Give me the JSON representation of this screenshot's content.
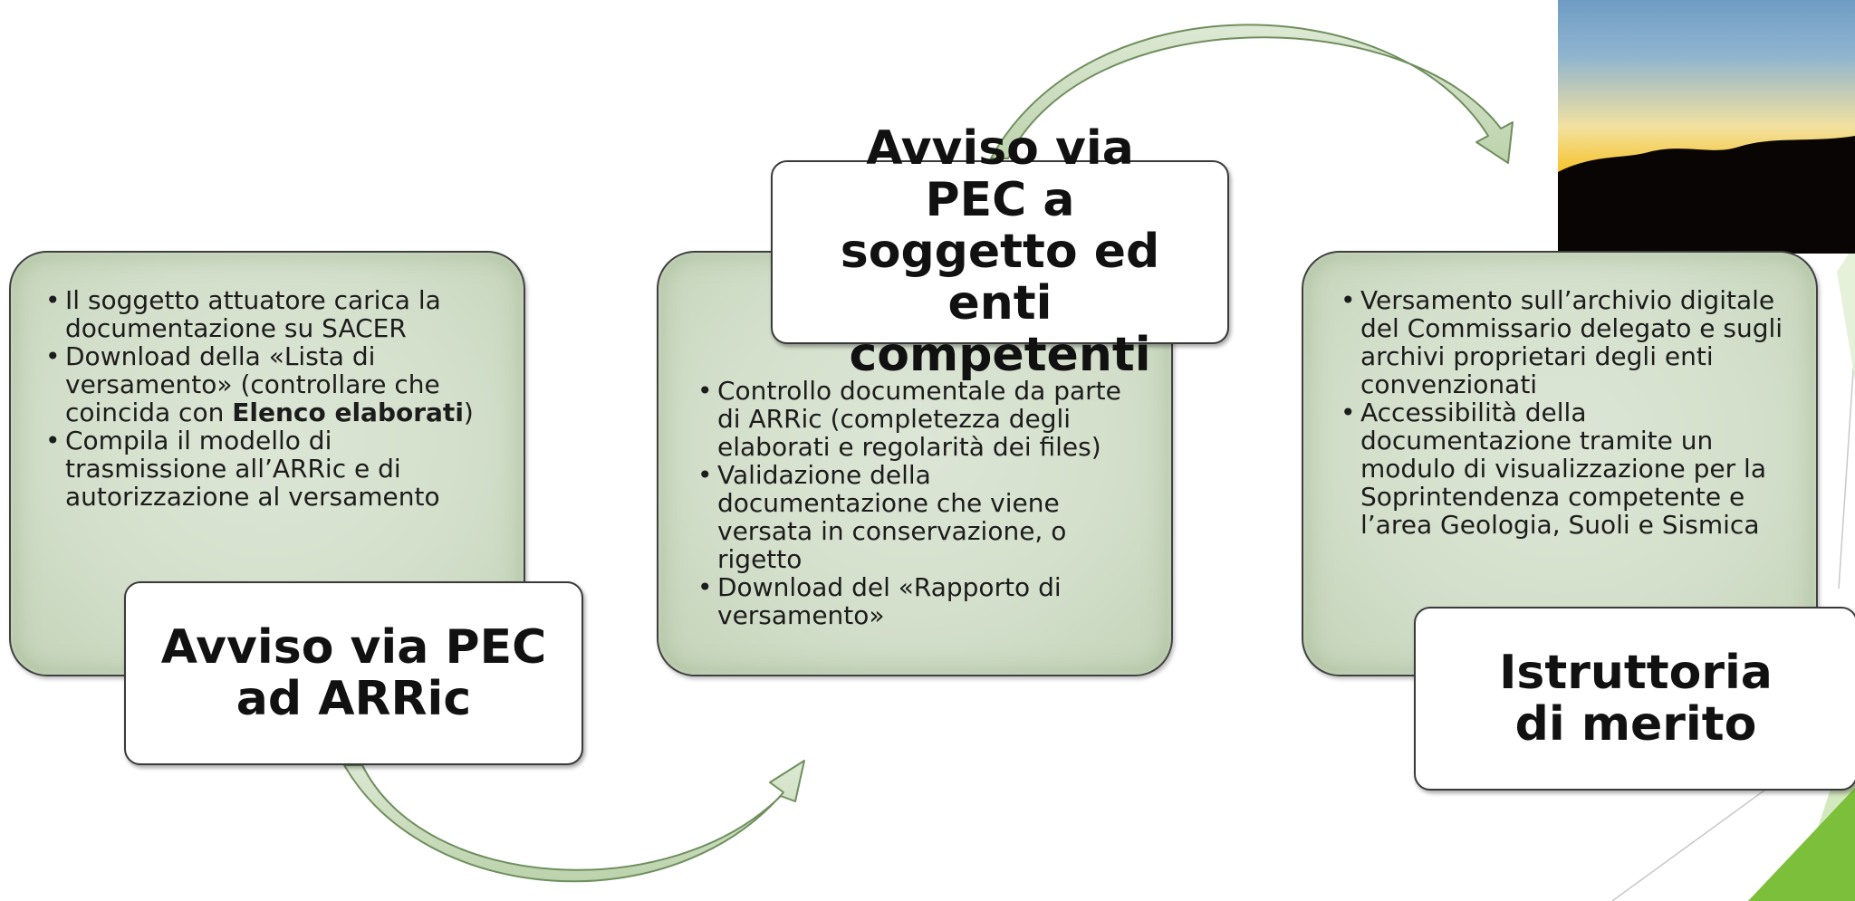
{
  "steps": [
    {
      "title": "Avviso via PEC ad ARRic",
      "bullets": [
        "Il soggetto attuatore carica la documentazione su SACER",
        "Download della «Lista di versamento» (controllare che coincida con ",
        "Compila il modello di trasmissione all’ARRic e di autorizzazione al versamento"
      ],
      "bullet2_bold": "Elenco elaborati",
      "bullet2_tail": ")"
    },
    {
      "title": "Avviso via PEC a soggetto ed enti competenti",
      "bullets": [
        "Controllo documentale da parte di ARRic (completezza degli elaborati e regolarità dei files)",
        "Validazione della documentazione che viene versata in conservazione, o rigetto",
        "Download del «Rapporto di versamento»"
      ]
    },
    {
      "title": "Istruttoria di merito",
      "bullets": [
        "Versamento sull’archivio digitale del Commissario delegato e sugli archivi proprietari degli enti convenzionati",
        "Accessibilità della documentazione tramite un modulo di visualizzazione per la Soprintendenza competente e l’area Geologia, Suoli e Sismica"
      ]
    }
  ],
  "colors": {
    "panel_fill": "#d3dfcb",
    "arrow_fill": "#cfe0c4",
    "accent_green": "#7bbf3a"
  },
  "icons": [
    "curved-arrow-icon",
    "sunset-photo"
  ]
}
